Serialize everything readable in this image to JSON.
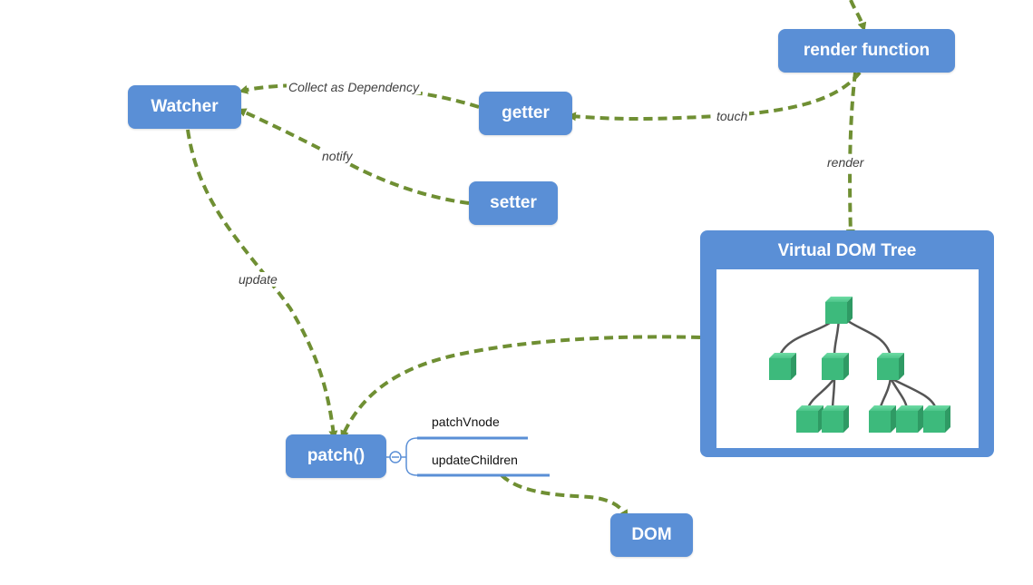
{
  "nodes": {
    "render_function": "render function",
    "watcher": "Watcher",
    "getter": "getter",
    "setter": "setter",
    "virtual_dom_tree": "Virtual DOM Tree",
    "patch": "patch()",
    "dom": "DOM"
  },
  "edge_labels": {
    "collect_as_dependency": "Collect as Dependency",
    "touch": "touch",
    "notify": "notify",
    "render": "render",
    "update": "update"
  },
  "patch_branches": [
    "patchVnode",
    "updateChildren"
  ],
  "colors": {
    "node_fill": "#5a8fd6",
    "arrow": "#6f8f33",
    "cube": "#3dba7c",
    "branch_line": "#5a8fd6"
  }
}
